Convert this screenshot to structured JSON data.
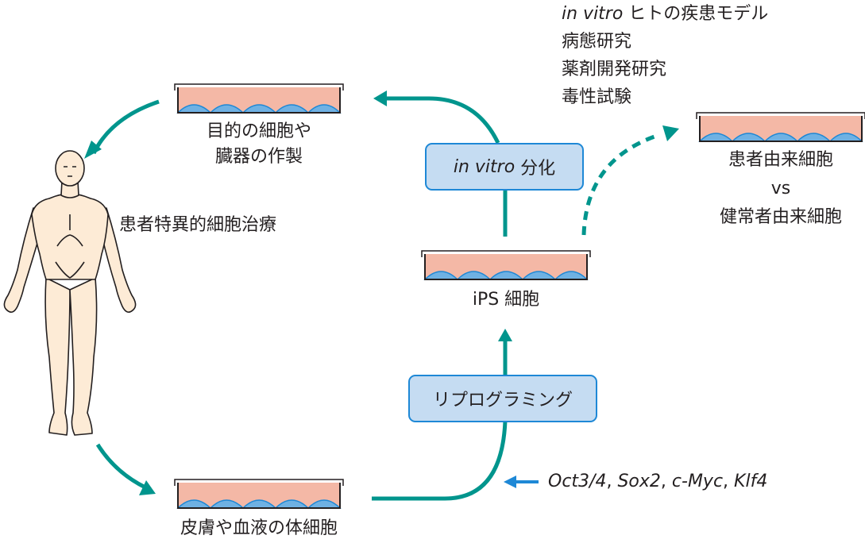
{
  "colors": {
    "arrow_teal": "#00958d",
    "arrow_blue": "#1e88d6",
    "box_fill": "#c5dcf2",
    "box_border": "#1e88d6",
    "medium_pink": "#f4b8a6",
    "cells_blue": "#6fb1e3",
    "cell_outline": "#1e88d6",
    "skin": "#fdebd6",
    "text": "#231f20"
  },
  "applications": {
    "line1_italic": "in vitro",
    "line1_rest": " ヒトの疾患モデル",
    "line2": "病態研究",
    "line3": "薬剤開発研究",
    "line4": "毒性試験"
  },
  "dishes": {
    "target": {
      "label_line1": "目的の細胞や",
      "label_line2": "臓器の作製"
    },
    "ips": {
      "label": "iPS 細胞"
    },
    "somatic": {
      "label": "皮膚や血液の体細胞"
    },
    "patient": {
      "label_line1": "患者由来細胞",
      "label_vs": "vs",
      "label_line2": "健常者由来細胞"
    }
  },
  "boxes": {
    "differentiation": {
      "italic": "in vitro",
      "rest": " 分化"
    },
    "reprogramming": {
      "label": "リプログラミング"
    }
  },
  "therapy_label": "患者特異的細胞治療",
  "factors": {
    "parts": [
      {
        "text": "Oct3/4",
        "italic": true
      },
      {
        "text": ", ",
        "italic": false
      },
      {
        "text": "Sox2",
        "italic": true
      },
      {
        "text": ", ",
        "italic": false
      },
      {
        "text": "c-Myc",
        "italic": true
      },
      {
        "text": ", ",
        "italic": false
      },
      {
        "text": "Klf4",
        "italic": true
      }
    ]
  },
  "icons": {
    "human": "human-body-figure",
    "dish": "culture-dish-icon",
    "arrow": "arrow-icon"
  }
}
